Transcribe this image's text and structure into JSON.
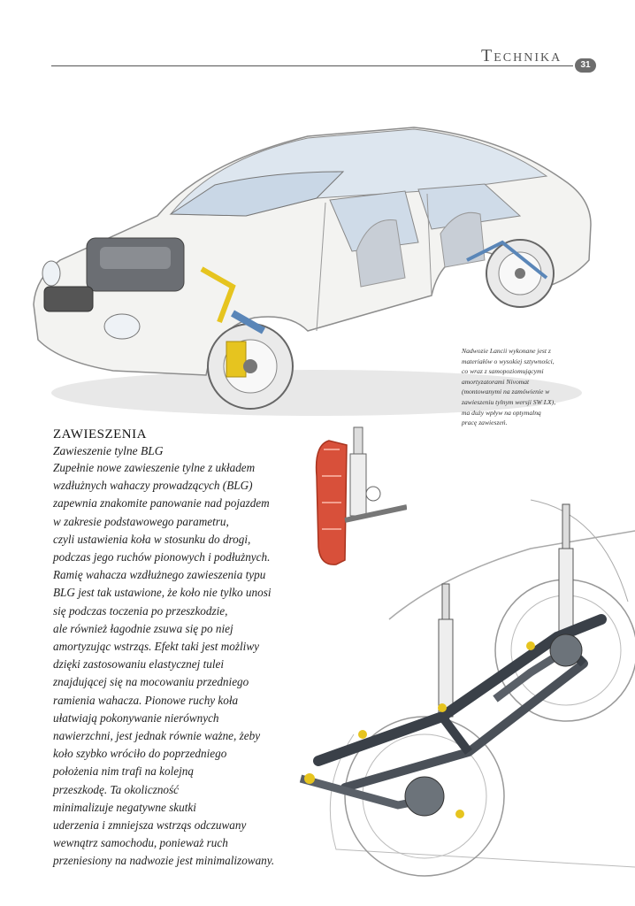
{
  "header": {
    "section": "Technika",
    "page_number": "31"
  },
  "caption": {
    "lines": [
      "Nadwozie Lancii wykonane jest z",
      "materiałów o wysokiej sztywności,",
      "co wraz z samopoziomującymi",
      "amortyzatorami Nivomat",
      "(montowanymi na zamówienie w",
      "zawieszeniu tylnym wersji SW LX),",
      "ma duży wpływ na optymalną",
      "pracę zawieszeń."
    ]
  },
  "article": {
    "heading": "ZAWIESZENIA",
    "subheading": "Zawieszenie tylne BLG",
    "lines": [
      "Zupełnie nowe zawieszenie tylne z układem",
      "wzdłużnych wahaczy prowadzących (BLG)",
      "zapewnia znakomite panowanie nad pojazdem",
      "w zakresie podstawowego parametru,",
      "czyli ustawienia koła w stosunku do drogi,",
      "podczas jego ruchów pionowych i podłużnych.",
      "Ramię wahacza wzdłużnego zawieszenia typu",
      "BLG jest tak ustawione, że koło nie tylko unosi",
      "się podczas toczenia po przeszkodzie,",
      "ale również łagodnie zsuwa się po niej",
      "amortyzując wstrząs. Efekt taki jest możliwy",
      "dzięki zastosowaniu elastycznej tulei",
      "znajdującej się na mocowaniu przedniego",
      "ramienia wahacza. Pionowe ruchy koła",
      "ułatwiają pokonywanie nierównych",
      "nawierzchni, jest jednak równie ważne, żeby",
      "koło szybko wróciło do poprzedniego",
      "położenia nim trafi na kolejną",
      "przeszkodę. Ta okoliczność",
      "minimalizuje negatywne skutki",
      "uderzenia i zmniejsza wstrząs odczuwany",
      "wewnątrz samochodu, ponieważ ruch",
      "przeniesiony na nadwozie jest minimalizowany."
    ]
  },
  "colors": {
    "accent_red": "#d8503a",
    "suspension_yellow": "#e6c41f",
    "brake_blue": "#5a86b8"
  }
}
